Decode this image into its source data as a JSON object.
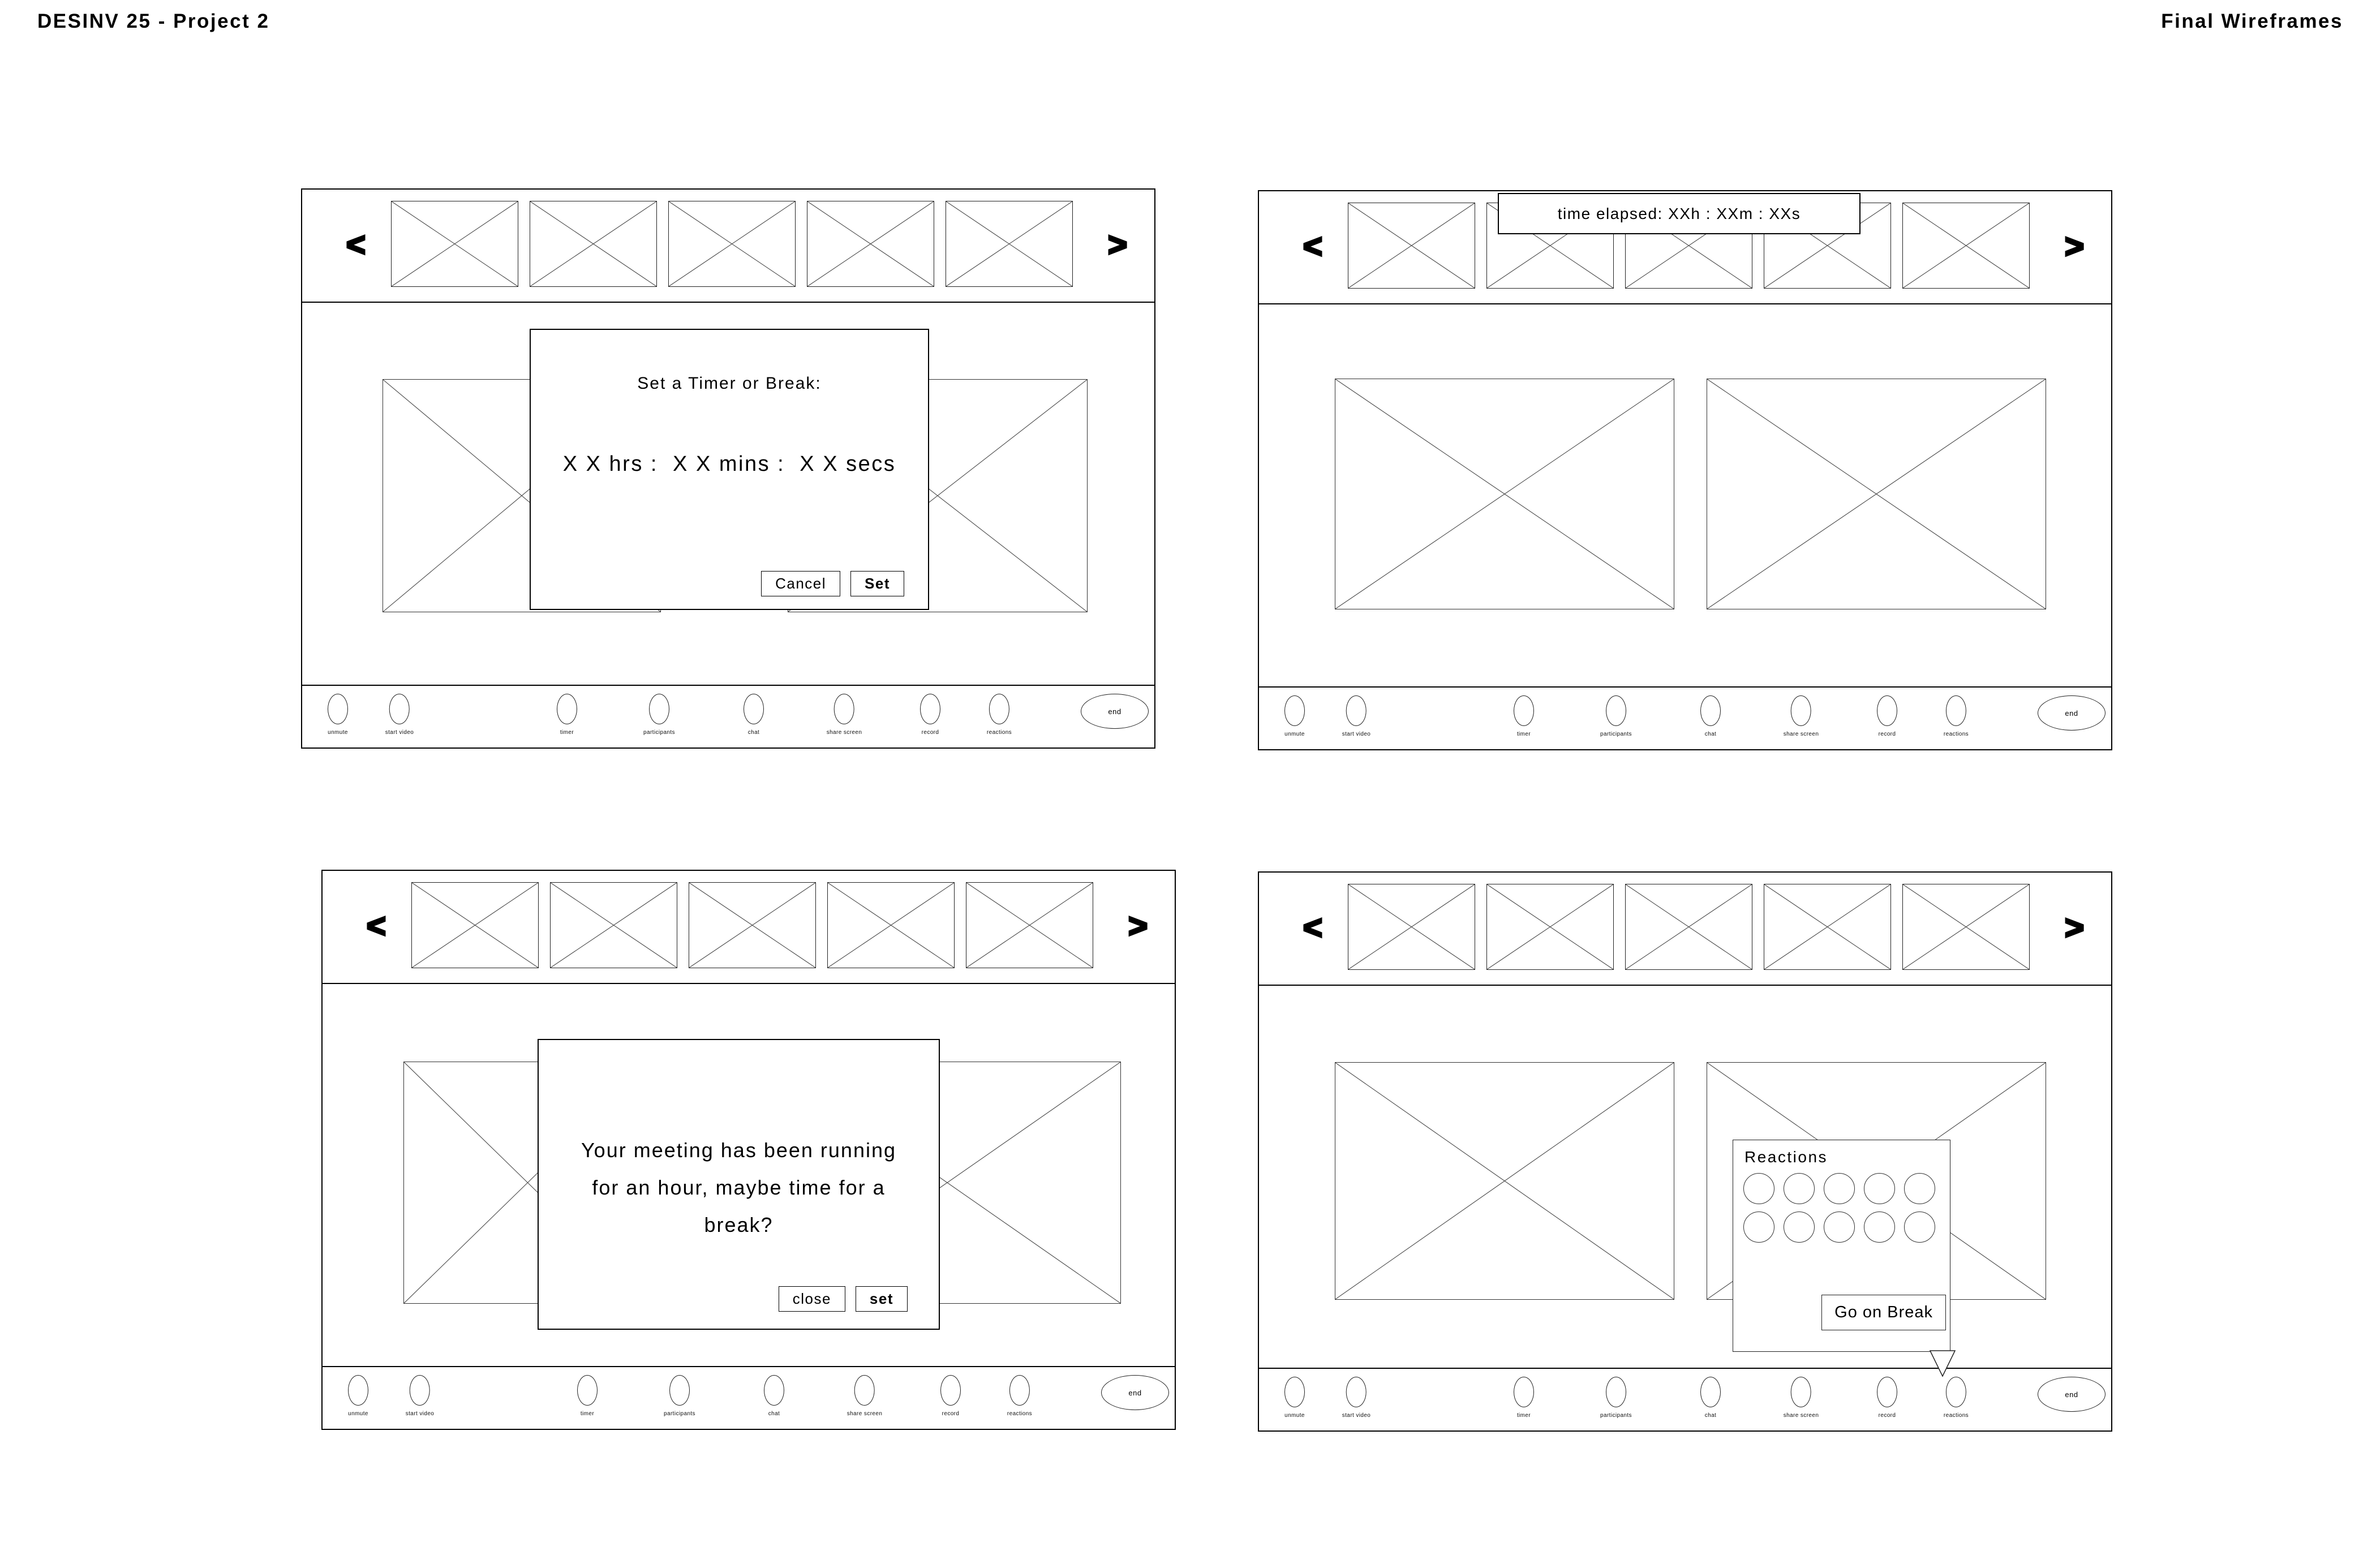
{
  "header": {
    "left": "DESINV 25 - Project 2",
    "right": "Final Wireframes"
  },
  "carousel": {
    "prev": "<",
    "next": ">",
    "thumb_count": 5
  },
  "toolbar": {
    "buttons": [
      {
        "label": "unmute"
      },
      {
        "label": "start video"
      },
      {
        "label": "timer"
      },
      {
        "label": "participants"
      },
      {
        "label": "chat"
      },
      {
        "label": "share screen"
      },
      {
        "label": "record"
      },
      {
        "label": "reactions"
      }
    ],
    "end_label": "end"
  },
  "panels": [
    {
      "name": "set-timer-dialog",
      "dialog": {
        "title": "Set a Timer or Break:",
        "time_text": "X X hrs :  X X mins :  X X secs",
        "cancel_label": "Cancel",
        "set_label": "Set"
      }
    },
    {
      "name": "time-elapsed-tooltip",
      "tooltip_text": "time elapsed: XXh : XXm : XXs"
    },
    {
      "name": "break-prompt-dialog",
      "dialog": {
        "lines": [
          "Your meeting has been running",
          "for an hour, maybe time for a",
          "break?"
        ],
        "close_label": "close",
        "set_label": "set"
      }
    },
    {
      "name": "reactions-popup",
      "popup": {
        "title": "Reactions",
        "reaction_count": 10,
        "break_button_label": "Go on Break"
      }
    }
  ]
}
